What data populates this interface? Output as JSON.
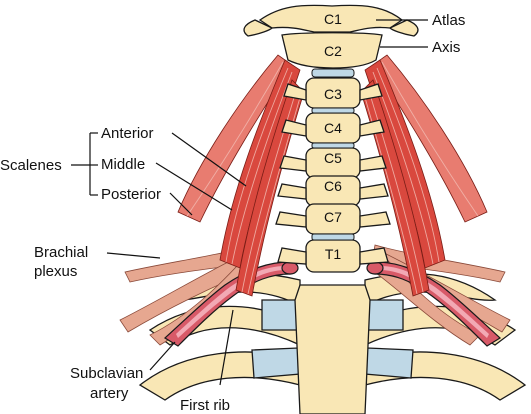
{
  "colors": {
    "bone": "#F9E7B5",
    "bone_outline": "#1a1a1a",
    "cartilage": "#BFD8E6",
    "muscle": "#D9483E",
    "muscle_light": "#E87C70",
    "fiber": "#F2B9B0",
    "nerve": "#E6A790",
    "artery": "#D85A68",
    "artery_light": "#F2A9B4",
    "label": "#111111"
  },
  "vertebrae": [
    "C1",
    "C2",
    "C3",
    "C4",
    "C5",
    "C6",
    "C7",
    "T1"
  ],
  "labels": {
    "atlas": "Atlas",
    "axis": "Axis",
    "scalenes": "Scalenes",
    "anterior": "Anterior",
    "middle": "Middle",
    "posterior": "Posterior",
    "brachial_line1": "Brachial",
    "brachial_line2": "plexus",
    "subclavian_line1": "Subclavian",
    "subclavian_line2": "artery",
    "first_rib": "First rib"
  }
}
